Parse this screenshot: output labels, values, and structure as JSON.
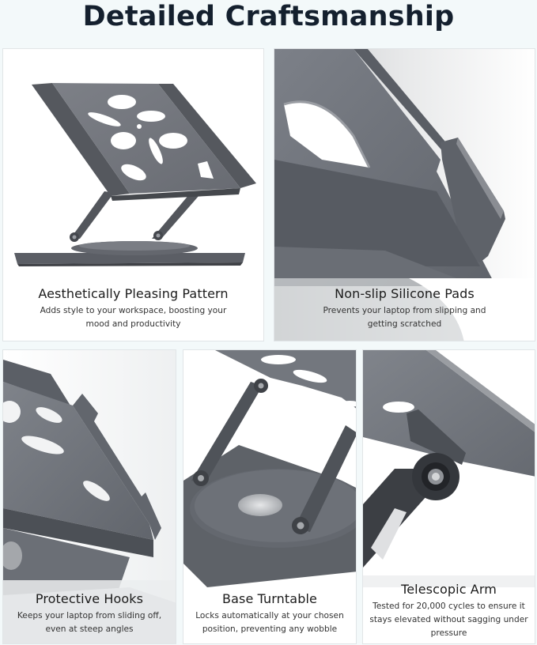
{
  "page": {
    "title": "Detailed Craftsmanship"
  },
  "features": [
    {
      "heading": "Aesthetically Pleasing Pattern",
      "description": "Adds style to your workspace, boosting your mood and productivity",
      "image": "laptop-stand-full-view"
    },
    {
      "heading": "Non-slip Silicone Pads",
      "description": "Prevents your laptop from slipping and getting scratched",
      "image": "stand-corner-closeup"
    },
    {
      "heading": "Protective Hooks",
      "description": "Keeps your laptop from sliding off, even at steep angles",
      "image": "stand-hook-closeup"
    },
    {
      "heading": "Base Turntable",
      "description": "Locks automatically at your chosen position, preventing any wobble",
      "image": "turntable-base-closeup"
    },
    {
      "heading": "Telescopic Arm",
      "description": "Tested for 20,000 cycles to ensure it stays elevated without sagging under pressure",
      "image": "hinge-arm-closeup"
    }
  ],
  "colors": {
    "background": "#f3f9fa",
    "title": "#14202e",
    "metal": "#6e7178",
    "metal_dark": "#4d5056"
  }
}
